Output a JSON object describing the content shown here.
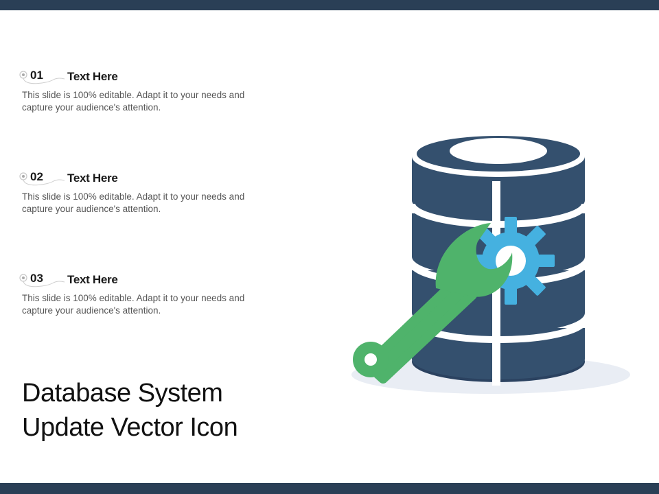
{
  "slide": {
    "title": "Database System Update Vector Icon"
  },
  "items": [
    {
      "number": "01",
      "heading": "Text Here",
      "body": "This slide is 100% editable. Adapt it to your needs and capture your audience's attention."
    },
    {
      "number": "02",
      "heading": "Text Here",
      "body": "This slide is 100% editable. Adapt it to your needs and capture your audience's attention."
    },
    {
      "number": "03",
      "heading": "Text Here",
      "body": "This slide is 100% editable. Adapt it to your needs and capture your audience's attention."
    }
  ],
  "colors": {
    "bar": "#2a3f56",
    "database": "#34506e",
    "database_dark": "#2b4260",
    "gear": "#45b1e0",
    "wrench": "#4fb36b",
    "shadow": "#e9edf4"
  },
  "icons": [
    "database-icon",
    "gear-icon",
    "wrench-icon"
  ]
}
